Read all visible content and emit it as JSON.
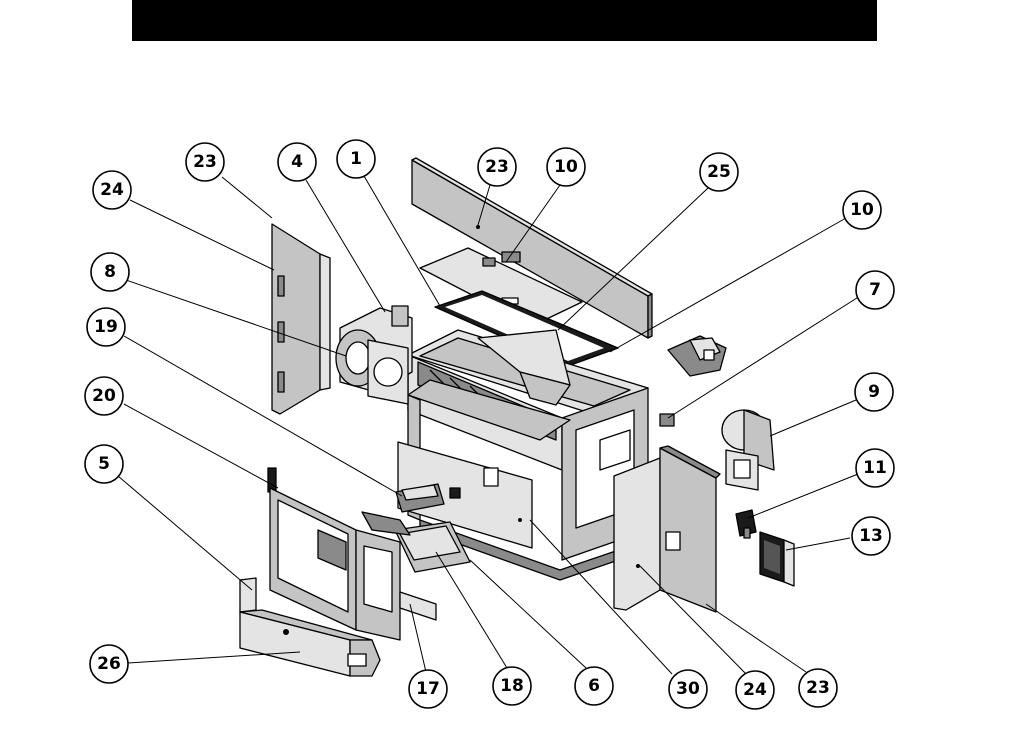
{
  "header": {
    "bar_color": "#000000"
  },
  "callouts": [
    {
      "number": "23"
    },
    {
      "number": "4"
    },
    {
      "number": "1"
    },
    {
      "number": "23"
    },
    {
      "number": "10"
    },
    {
      "number": "25"
    },
    {
      "number": "24"
    },
    {
      "number": "10"
    },
    {
      "number": "8"
    },
    {
      "number": "7"
    },
    {
      "number": "19"
    },
    {
      "number": "9"
    },
    {
      "number": "20"
    },
    {
      "number": "5"
    },
    {
      "number": "11"
    },
    {
      "number": "13"
    },
    {
      "number": "26"
    },
    {
      "number": "17"
    },
    {
      "number": "18"
    },
    {
      "number": "6"
    },
    {
      "number": "30"
    },
    {
      "number": "24"
    },
    {
      "number": "23"
    }
  ]
}
